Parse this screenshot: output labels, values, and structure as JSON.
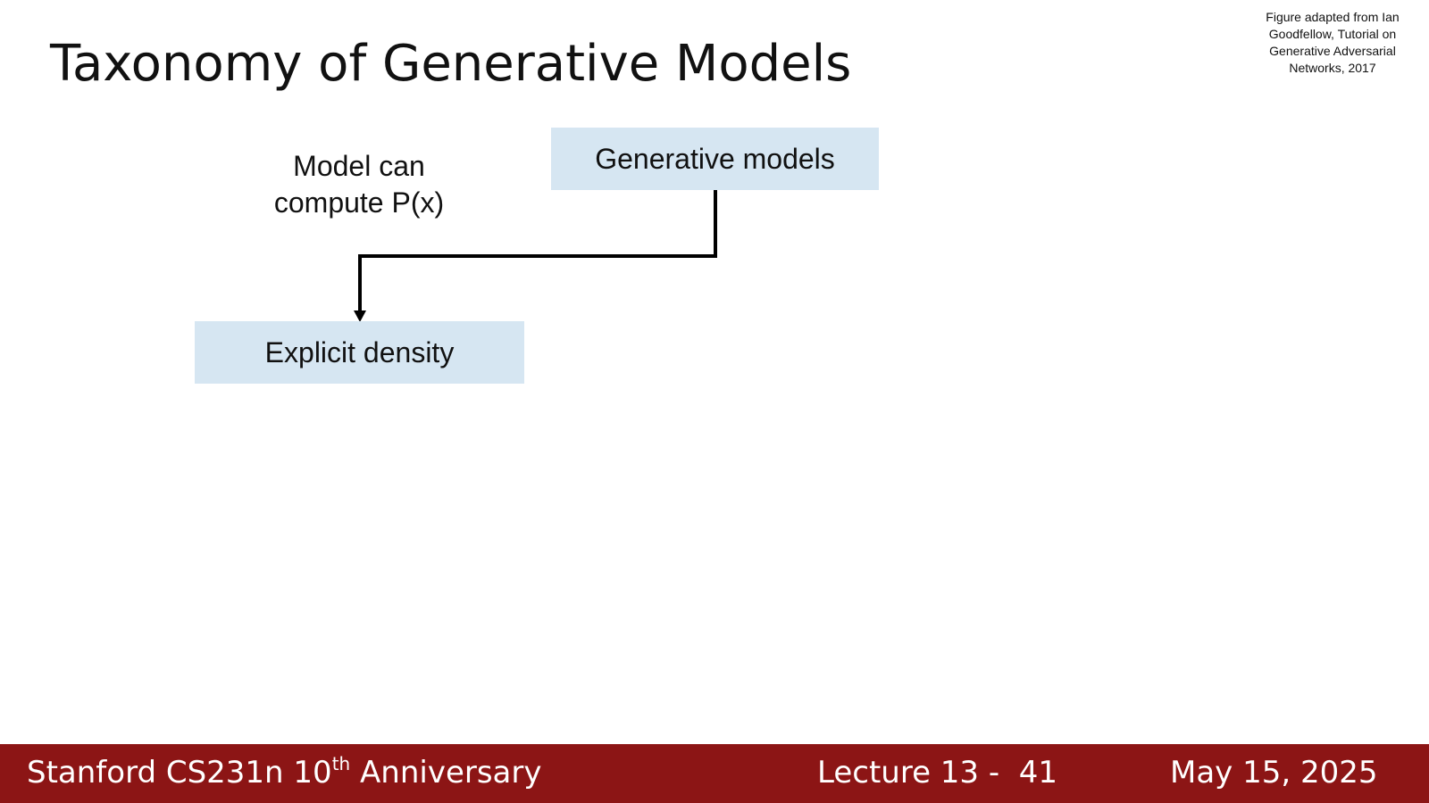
{
  "slide": {
    "title": "Taxonomy of Generative Models",
    "citation": {
      "line1": "Figure adapted from Ian",
      "line2": "Goodfellow, Tutorial on",
      "line3": "Generative Adversarial",
      "line4": "Networks, 2017"
    }
  },
  "diagram": {
    "root": {
      "label": "Generative models"
    },
    "child": {
      "label": "Explicit density"
    },
    "edge": {
      "line1": "Model can",
      "line2": "compute P(x)"
    },
    "colors": {
      "node_fill": "#d6e6f2",
      "line": "#000000"
    }
  },
  "footer": {
    "course_prefix": "Stanford CS231n 10",
    "course_superscript": "th",
    "course_suffix": " Anniversary",
    "lecture": "Lecture 13 -  41",
    "date": "May 15, 2025",
    "background": "#8c1515"
  }
}
